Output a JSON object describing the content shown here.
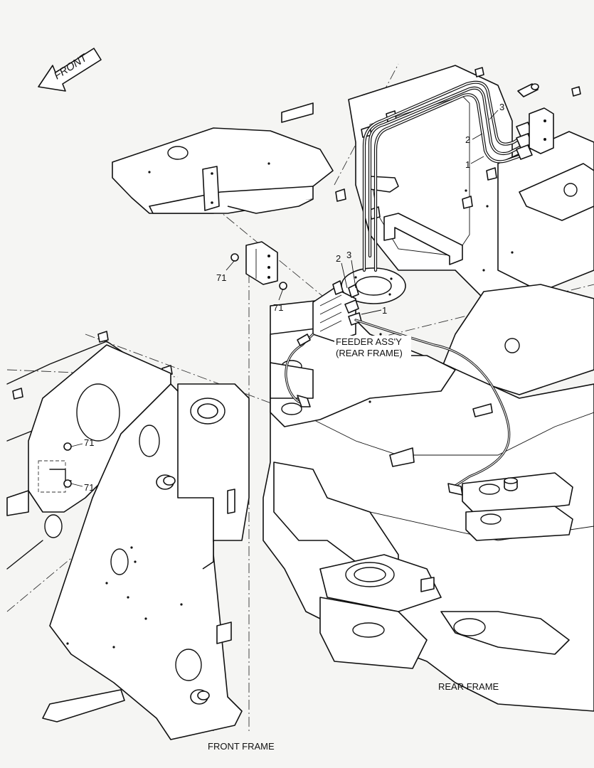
{
  "diagram": {
    "front_arrow_label": "FRONT",
    "callouts": {
      "hose_top_3": "3",
      "hose_top_2": "2",
      "hose_top_1": "1",
      "feeder_2": "2",
      "feeder_3": "3",
      "feeder_1": "1",
      "bolt_71_a": "71",
      "bolt_71_b": "71",
      "bolt_71_c": "71",
      "bolt_71_d": "71"
    },
    "feeder_label_line1": "FEEDER ASS'Y",
    "feeder_label_line2": "(REAR FRAME)",
    "rear_frame_label": "REAR FRAME",
    "front_frame_label": "FRONT FRAME"
  }
}
